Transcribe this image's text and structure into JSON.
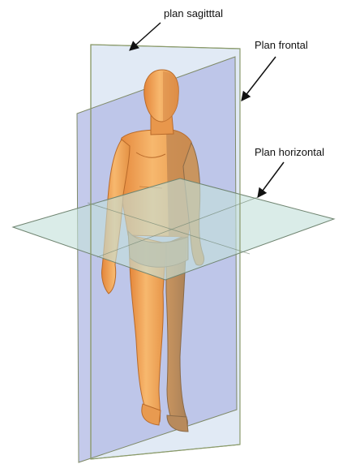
{
  "labels": {
    "sagittal": "plan sagitttal",
    "frontal": "Plan frontal",
    "horizontal": "Plan horizontal"
  },
  "colors": {
    "sagittal_plane": "#b9bfe7",
    "frontal_plane": "#c4d7ea",
    "horizontal_plane": "#c7e3df",
    "plane_edge": "#8a9a6a",
    "body_light": "#f5b56c",
    "body_dark": "#e08a3a",
    "body_shadow": "#b88a5c",
    "arrow": "#111111"
  },
  "icons": {
    "arrows": "arrow-icon",
    "figure": "human-body-figure"
  }
}
